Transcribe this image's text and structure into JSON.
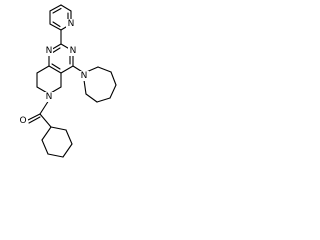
{
  "structure": {
    "atoms": {
      "pyridine_n": "N",
      "pyrimidine_n1": "N",
      "pyrimidine_n3": "N",
      "azepane_n": "N",
      "ring_n": "N",
      "carbonyl_o": "O"
    }
  }
}
